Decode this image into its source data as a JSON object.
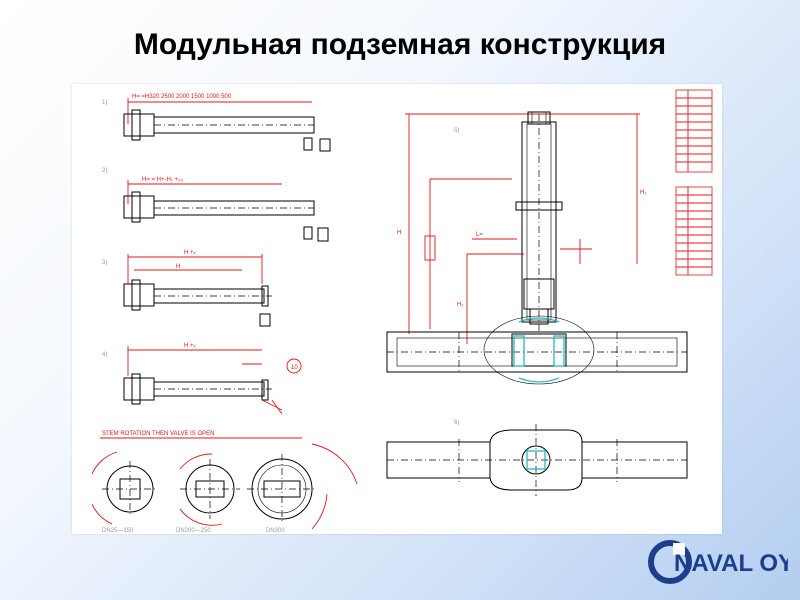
{
  "title": "Модульная подземная конструкция",
  "logo": {
    "text": "NAVAL OY",
    "color": "#1c3f8c"
  },
  "drawing": {
    "step_numbers": [
      "1)",
      "2)",
      "3)",
      "4)",
      "5)",
      "6)"
    ],
    "dimension_labels": {
      "s1": "H= =H320 2500 2000 1500 1000 500",
      "s2": "H= = H+-H₁ +₀₀",
      "s3_top": "H +ₓ",
      "s3_inner": "H",
      "s4_top": "H +ₓ",
      "callout": "10",
      "h_left": "H",
      "h_right": "H₁",
      "h_low": "H₁",
      "l_label": "L=",
      "view_6": "6)"
    },
    "bottom_caption": "STEM ROTATION THEN VALVE IS OPEN",
    "dn_labels": [
      "DN25—150",
      "DN200—250",
      "DN300"
    ],
    "accent_color": "#e01818",
    "cyan_color": "#26b7c9"
  }
}
